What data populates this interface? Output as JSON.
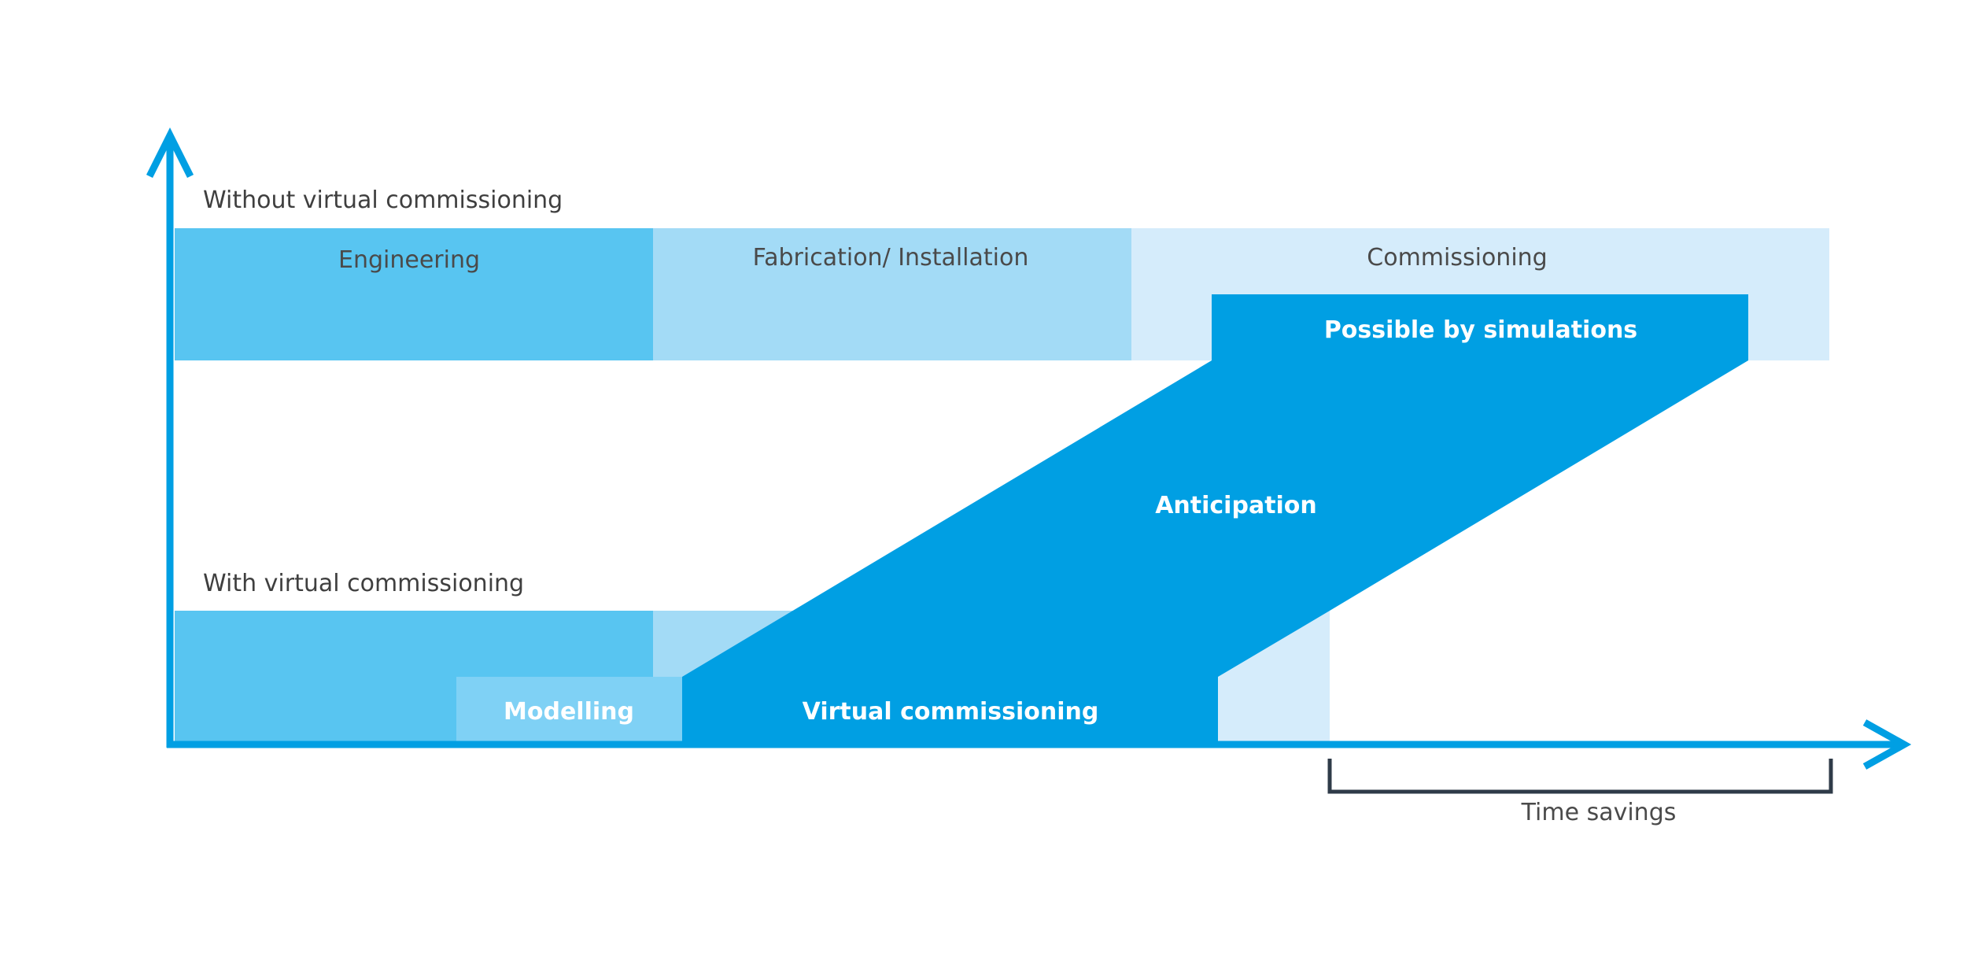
{
  "rows": {
    "without": {
      "label": "Without virtual commissioning"
    },
    "with": {
      "label": "With virtual commissioning"
    }
  },
  "phases": {
    "engineering": "Engineering",
    "fabrication": "Fabrication/ Installation",
    "commissioning": "Commissioning"
  },
  "overlay": {
    "possible": "Possible by simulations",
    "anticipation": "Anticipation",
    "modelling": "Modelling",
    "virtual_commissioning": "Virtual commissioning"
  },
  "savings": {
    "label": "Time savings"
  },
  "colors": {
    "axis": "#009fe3",
    "engineering": "#58c5f1",
    "fabrication": "#a3dbf6",
    "commissioning": "#d5ecfb",
    "highlight": "#009fe3",
    "modelling": "#7fd1f5",
    "bracket": "#2f3b48",
    "text_dark": "#4a4a4a",
    "text_light": "#ffffff"
  },
  "icons": {
    "y_axis_arrow": "arrow-up-icon",
    "x_axis_arrow": "arrow-right-icon"
  }
}
